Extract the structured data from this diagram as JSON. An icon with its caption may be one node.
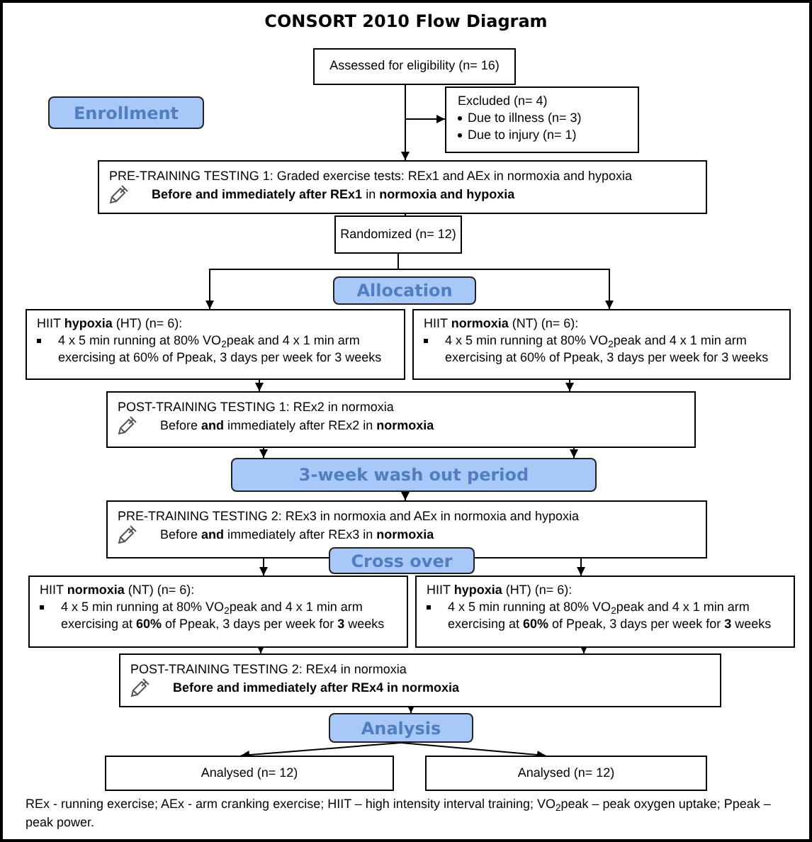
{
  "diagram": {
    "title": "CONSORT 2010 Flow Diagram",
    "nodes": [
      {
        "text": [
          "Assessed for eligibility (n= 16)"
        ]
      },
      {
        "text": [
          "Excluded (n= 4)",
          "Due to illness (n= 3)",
          "Due to injury (n= 1)"
        ]
      },
      {
        "text": [
          "Enrollment"
        ]
      },
      {
        "text": [
          "PRE-TRAINING TESTING 1: Graded exercise tests: REx1 and AEx in normoxia and hypoxia",
          "**Before and immediately after REx1** in **normoxia and hypoxia**"
        ]
      },
      {
        "text": [
          "Randomized (n= 12)"
        ]
      },
      {
        "text": [
          "Allocation"
        ]
      },
      {
        "text": [
          "HIIT **hypoxia** (HT) (n= 6):",
          "4 x 5 min running at 80% VO$_{2}$peak and 4 x 1 min arm exercising at 60% of Ppeak, 3 days per week for 3 weeks"
        ]
      },
      {
        "text": [
          "HIIT **normoxia** (NT) (n= 6):",
          "4 x 5 min running at 80% VO$_{2}$peak and 4 x 1 min arm exercising at 60% of Ppeak, 3 days per week for 3 weeks"
        ]
      },
      {
        "text": [
          "POST-TRAINING TESTING 1: REx2 in normoxia",
          "Before **and** immediately after REx2 in **normoxia**"
        ]
      },
      {
        "text": [
          "3-week wash out period"
        ]
      },
      {
        "text": [
          "PRE-TRAINING TESTING 2: REx3 in normoxia and AEx in normoxia and hypoxia",
          "Before **and** immediately after REx3 in **normoxia**"
        ]
      },
      {
        "text": [
          "Cross over"
        ]
      },
      {
        "text": [
          "HIIT **normoxia** (NT) (n= 6):",
          "4 x 5 min running at 80% VO$_{2}$peak and 4 x 1 min arm exercising at **60%** of Ppeak, 3 days per week for **3** weeks"
        ]
      },
      {
        "text": [
          "HIIT **hypoxia** (HT) (n= 6):",
          "4 x 5 min running at 80% VO$_{2}$peak and 4 x 1 min arm exercising at **60%** of Ppeak, 3 days per week for **3** weeks"
        ]
      },
      {
        "text": [
          "POST-TRAINING TESTING 2: REx4 in normoxia",
          "**Before and immediately after REx4 in normoxia**"
        ]
      },
      {
        "text": [
          "Analysis"
        ]
      },
      {
        "text": [
          "Analysed (n= 12)"
        ]
      },
      {
        "text": [
          "Analysed (n= 12)"
        ]
      }
    ],
    "edges": [
      {
        "from": 0,
        "to": 3,
        "arrow": "to"
      },
      {
        "from": 0,
        "to": 1,
        "arrow": "to"
      },
      {
        "from": 3,
        "to": 4,
        "arrow": "to"
      },
      {
        "from": 4,
        "to": 6,
        "arrow": "to"
      },
      {
        "from": 4,
        "to": 7,
        "arrow": "to"
      },
      {
        "from": 6,
        "to": 8,
        "arrow": "to"
      },
      {
        "from": 7,
        "to": 8,
        "arrow": "to"
      },
      {
        "from": 8,
        "to": 9,
        "arrow": "to"
      },
      {
        "from": 8,
        "to": 9,
        "arrow": "to"
      },
      {
        "from": 9,
        "to": 10,
        "arrow": "to"
      },
      {
        "from": 10,
        "to": 12,
        "arrow": "to"
      },
      {
        "from": 10,
        "to": 13,
        "arrow": "to"
      },
      {
        "from": 12,
        "to": 14,
        "arrow": "to"
      },
      {
        "from": 13,
        "to": 14,
        "arrow": "to"
      },
      {
        "from": 14,
        "to": 15,
        "arrow": "to"
      },
      {
        "from": 15,
        "to": 16,
        "arrow": "to"
      },
      {
        "from": 15,
        "to": 17,
        "arrow": "to"
      }
    ],
    "labels": [
      "REx - running exercise; AEx - arm cranking exercise; HIIT – high intensity interval training; VO$_{2}$peak – peak oxygen uptake; Ppeak – peak power."
    ]
  }
}
